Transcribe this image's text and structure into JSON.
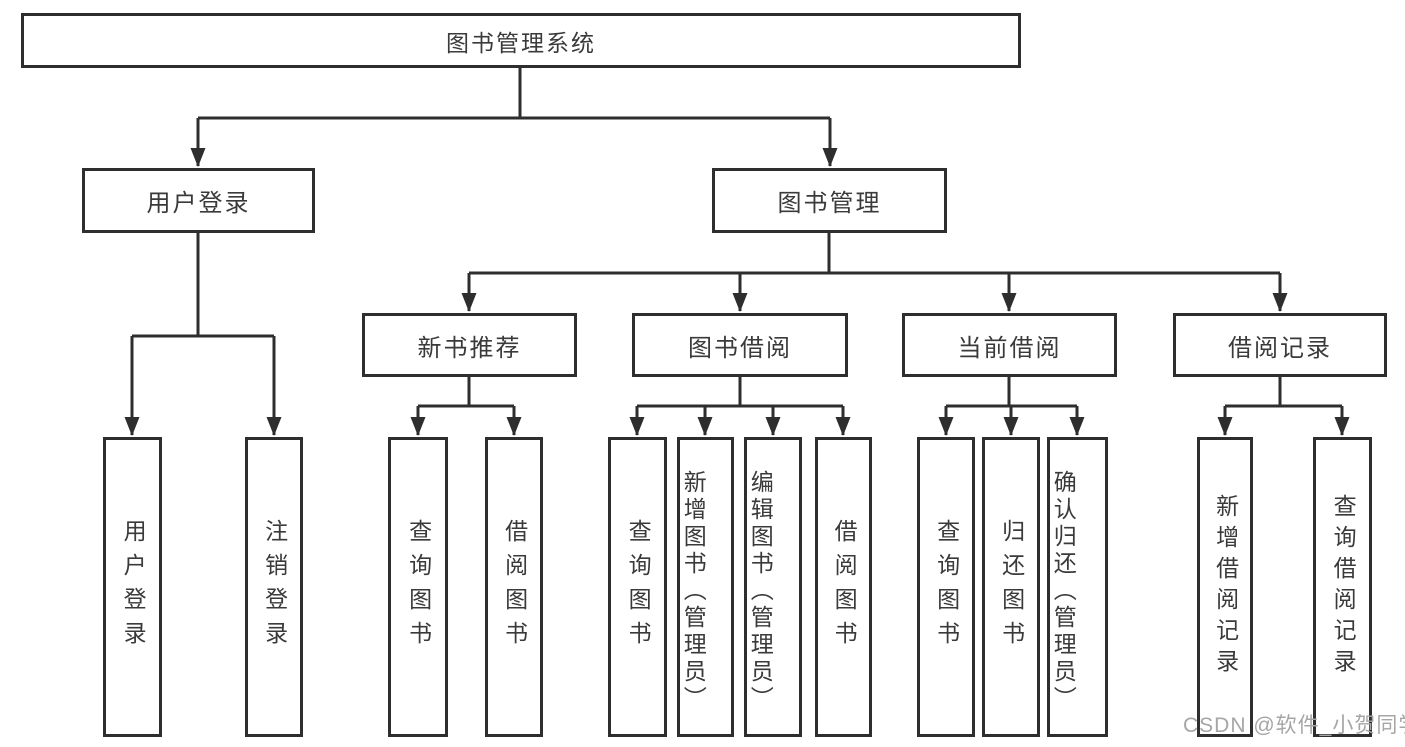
{
  "tree": {
    "root": "图书管理系统",
    "branches": [
      {
        "label": "用户登录",
        "children": [
          "用户登录",
          "注销登录"
        ]
      },
      {
        "label": "图书管理",
        "sections": [
          {
            "label": "新书推荐",
            "children": [
              "查询图书",
              "借阅图书"
            ]
          },
          {
            "label": "图书借阅",
            "children": [
              "查询图书",
              "新增图书（管理员）",
              "编辑图书（管理员）",
              "借阅图书"
            ]
          },
          {
            "label": "当前借阅",
            "children": [
              "查询图书",
              "归还图书",
              "确认归还（管理员）"
            ]
          },
          {
            "label": "借阅记录",
            "children": [
              "新增借阅记录",
              "查询借阅记录"
            ]
          }
        ]
      }
    ]
  },
  "watermark": {
    "text": "CSDN @软件_小贺同学"
  },
  "colors": {
    "line": "#2e2e2e",
    "text": "#3a3a3a",
    "watermark": "#a6a6a6",
    "background": "#ffffff"
  }
}
